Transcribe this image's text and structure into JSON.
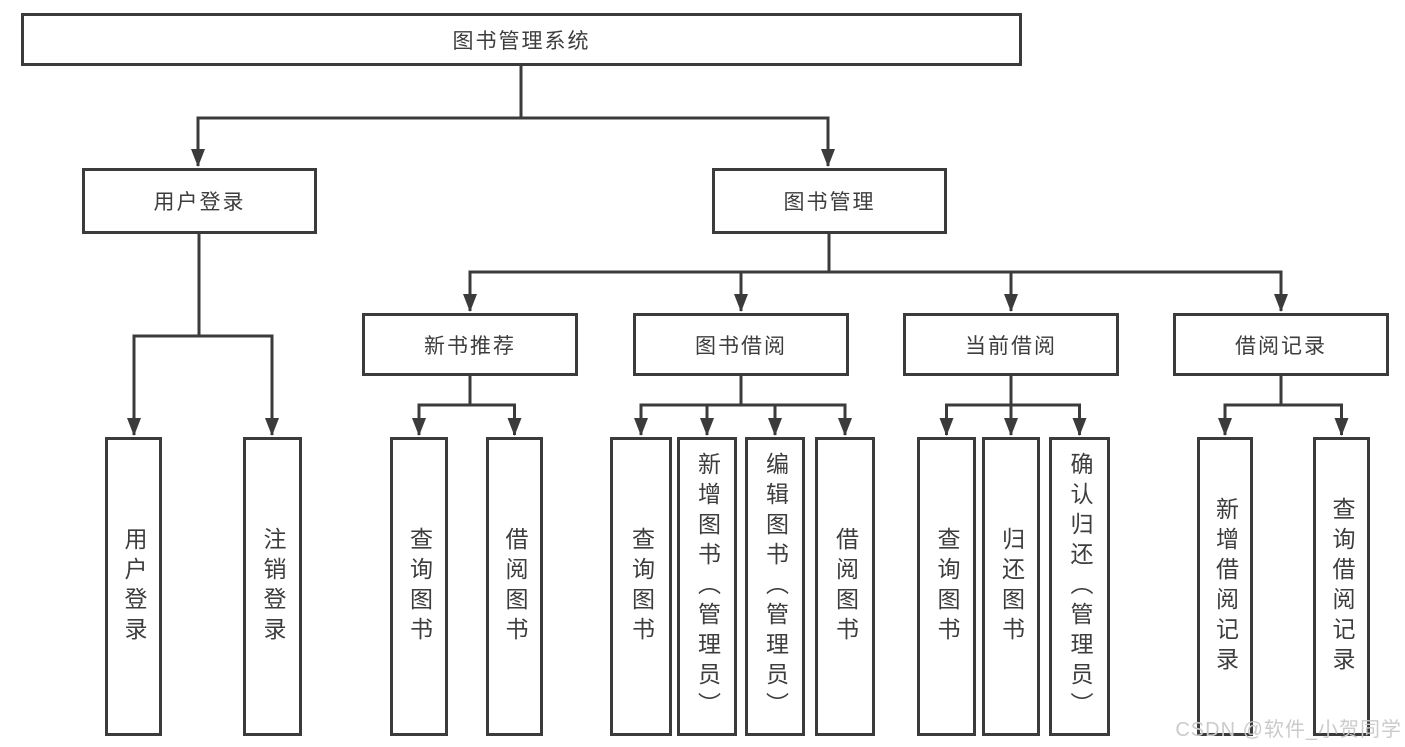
{
  "diagram": {
    "root": {
      "label": "图书管理系统"
    },
    "children": [
      {
        "label": "用户登录",
        "children": [
          {
            "label": "用户登录"
          },
          {
            "label": "注销登录"
          }
        ]
      },
      {
        "label": "图书管理",
        "children": [
          {
            "label": "新书推荐",
            "children": [
              {
                "label": "查询图书"
              },
              {
                "label": "借阅图书"
              }
            ]
          },
          {
            "label": "图书借阅",
            "children": [
              {
                "label": "查询图书"
              },
              {
                "label": "新增图书（管理员）"
              },
              {
                "label": "编辑图书（管理员）"
              },
              {
                "label": "借阅图书"
              }
            ]
          },
          {
            "label": "当前借阅",
            "children": [
              {
                "label": "查询图书"
              },
              {
                "label": "归还图书"
              },
              {
                "label": "确认归还（管理员）"
              }
            ]
          },
          {
            "label": "借阅记录",
            "children": [
              {
                "label": "新增借阅记录"
              },
              {
                "label": "查询借阅记录"
              }
            ]
          }
        ]
      }
    ]
  },
  "watermark": {
    "text": "CSDN @软件_小贺同学"
  },
  "colors": {
    "line": "#3b3b3b",
    "text": "#3d3d3d",
    "watermark": "#cbcbcb",
    "background": "#ffffff"
  }
}
